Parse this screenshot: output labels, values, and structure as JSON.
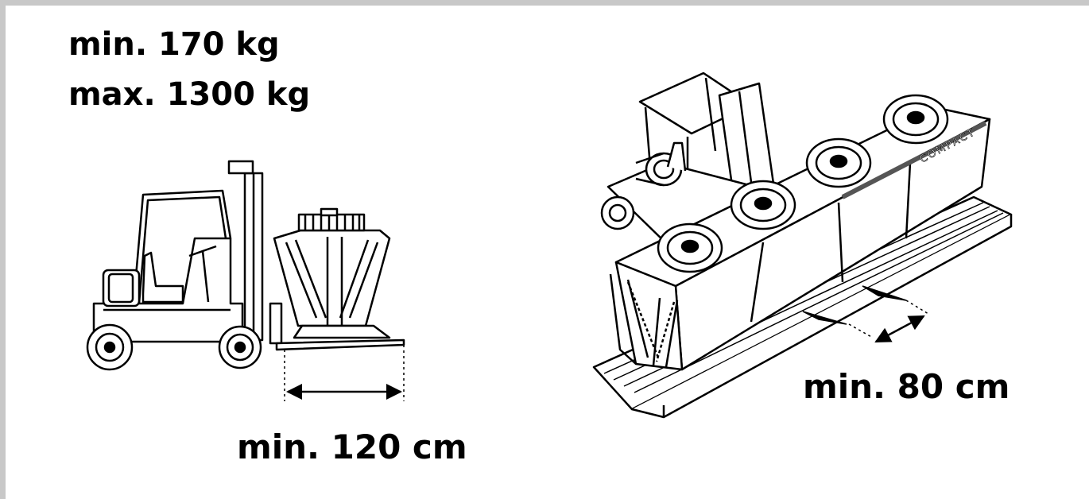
{
  "weights": {
    "min": "min. 170 kg",
    "max": "max. 1300 kg"
  },
  "dimensions": {
    "fork_length_min": "min. 120 cm",
    "fork_spacing_min": "min. 80 cm"
  },
  "unit_brand_text": "COMPACT",
  "colors": {
    "frame_border": "#c8c8c8",
    "line": "#000000",
    "background": "#ffffff"
  },
  "icons": [
    "forklift-side-icon",
    "condenser-unit-side-icon",
    "forklift-iso-icon",
    "condenser-unit-iso-icon",
    "dimension-arrow-icon"
  ]
}
